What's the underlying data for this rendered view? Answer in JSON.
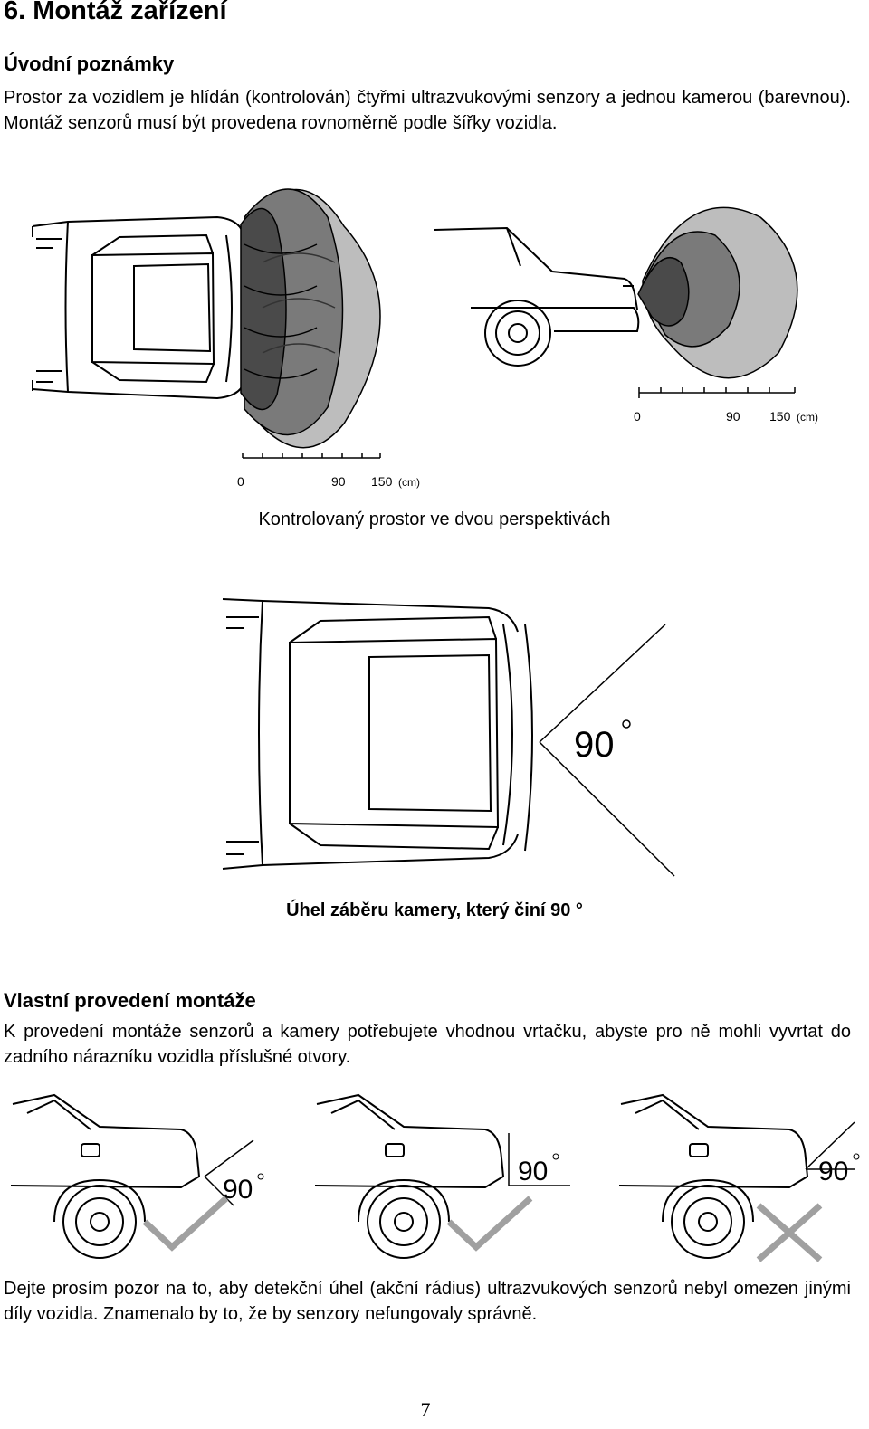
{
  "section_title": "6. Montáž zařízení",
  "intro": {
    "heading": "Úvodní poznámky",
    "text": "Prostor za vozidlem je hlídán (kontrolován) čtyřmi ultrazvukovými senzory a jednou kamerou (barevnou). Montáž senzorů musí být provedena rovnoměrně podle šířky vozidla."
  },
  "figure1": {
    "scale_labels": [
      "0",
      "90",
      "150",
      "(cm)"
    ],
    "caption": "Kontrolovaný prostor ve dvou perspektivách"
  },
  "figure2": {
    "angle_label": "90",
    "caption": "Úhel záběru kamery, který činí 90 °"
  },
  "mounting": {
    "heading": "Vlastní provedení montáže",
    "text": "K provedení montáže senzorů a kamery potřebujete vhodnou vrtačku, abyste pro ně mohli vyvrtat do zadního nárazníku vozidla příslušné otvory."
  },
  "figure3": {
    "angle_labels": [
      "90",
      "90",
      "90"
    ]
  },
  "warning": {
    "text": "Dejte prosím pozor na to, aby detekční úhel (akční rádius) ultrazvukových senzorů nebyl omezen jinými díly vozidla. Znamenalo by to, že by senzory nefungovaly správně."
  },
  "page_number": "7",
  "colors": {
    "zone_dark": "#4a4a4a",
    "zone_mid": "#7a7a7a",
    "zone_light": "#bdbdbd",
    "check_mark": "#a0a0a0"
  }
}
